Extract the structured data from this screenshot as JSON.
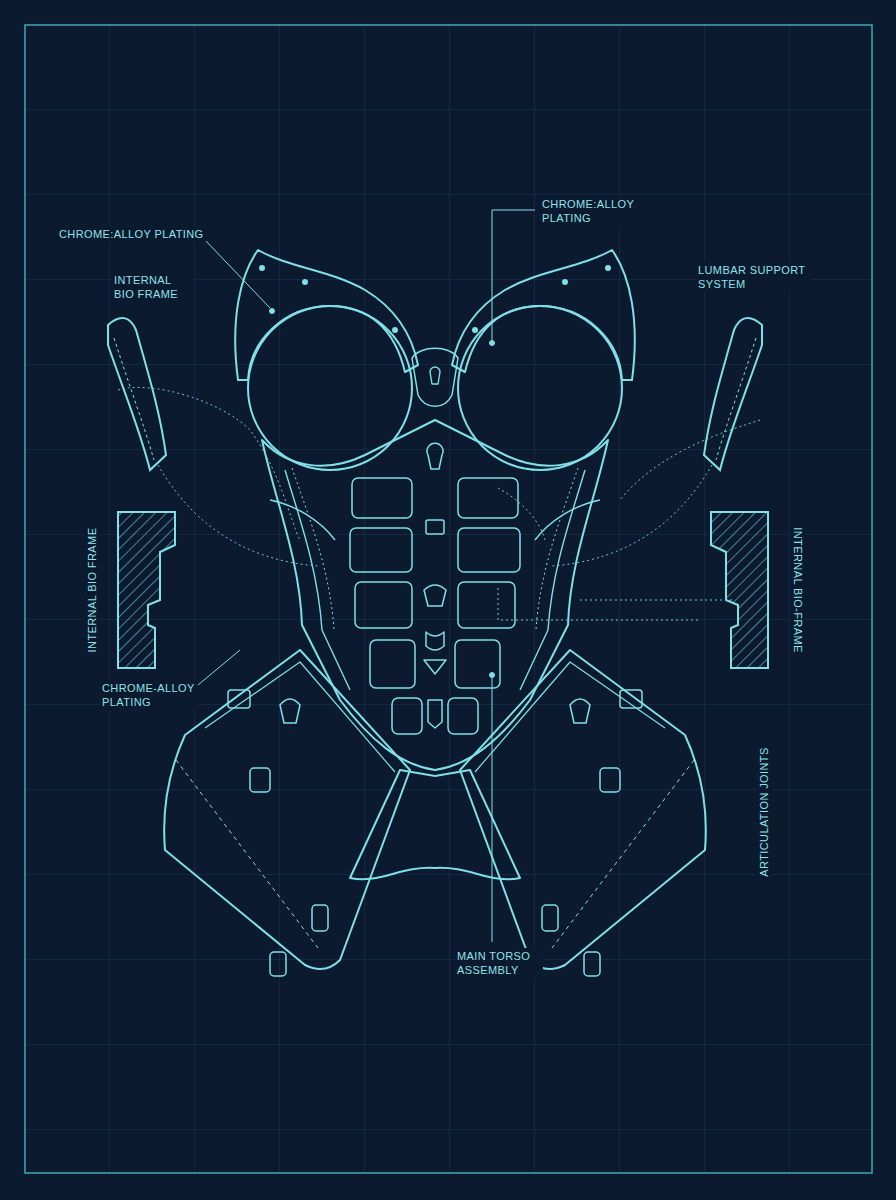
{
  "diagram": {
    "labels": [
      "CHROME:ALLOY PLATING",
      "INTERNAL BIO FRAME",
      "CHROME:ALLOY PLATING",
      "LUMBAR SUPPORT SYSTEM",
      "INTERNAL BIO FRAME",
      "INTERNAL BIO-FRAME",
      "CHROME-ALLOY PLATING",
      "ARTICULATION JOINTS",
      "MAIN TORSO ASSEMBLY"
    ]
  }
}
